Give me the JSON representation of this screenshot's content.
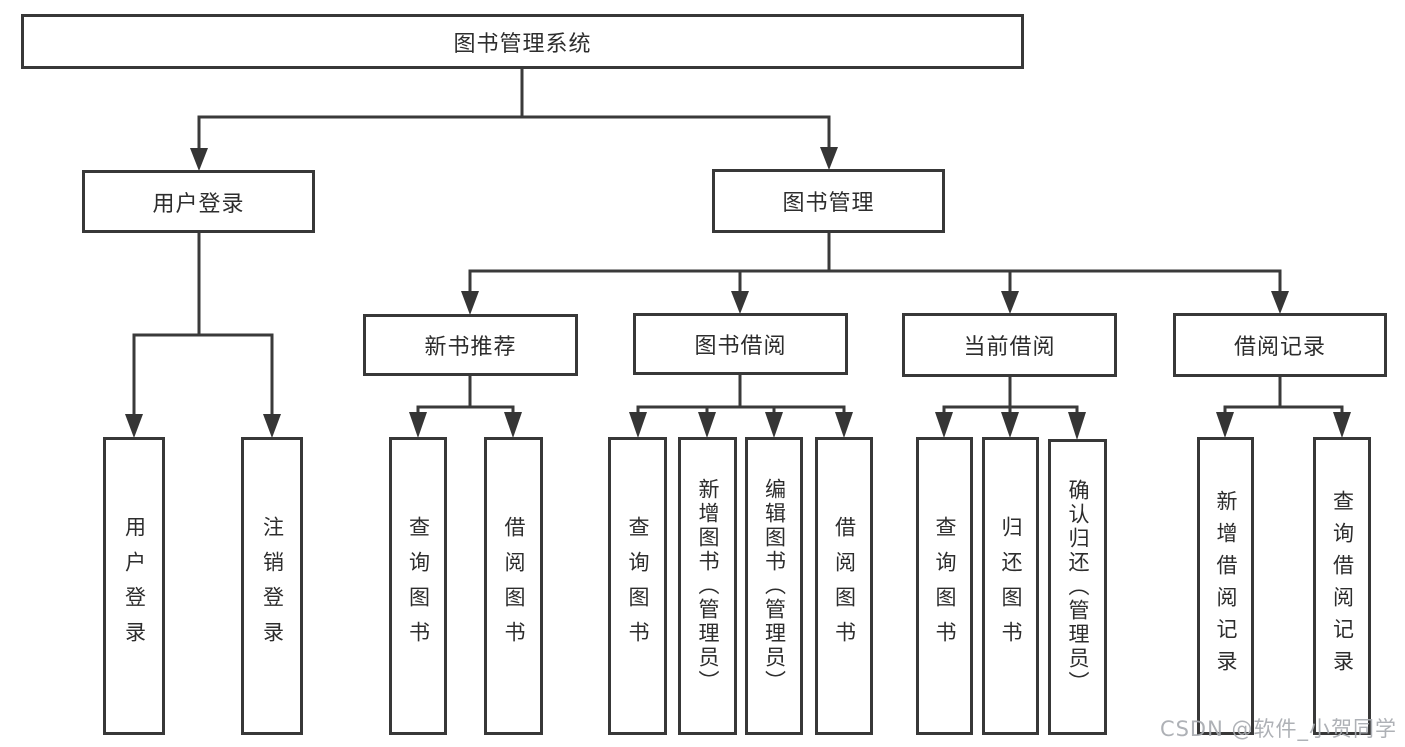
{
  "tree": {
    "root": {
      "label": "图书管理系统",
      "children": [
        {
          "label": "用户登录",
          "children": [
            {
              "label": "用户登录"
            },
            {
              "label": "注销登录"
            }
          ]
        },
        {
          "label": "图书管理",
          "children": [
            {
              "label": "新书推荐",
              "children": [
                {
                  "label": "查询图书"
                },
                {
                  "label": "借阅图书"
                }
              ]
            },
            {
              "label": "图书借阅",
              "children": [
                {
                  "label": "查询图书"
                },
                {
                  "label": "新增图书（管理员）"
                },
                {
                  "label": "编辑图书（管理员）"
                },
                {
                  "label": "借阅图书"
                }
              ]
            },
            {
              "label": "当前借阅",
              "children": [
                {
                  "label": "查询图书"
                },
                {
                  "label": "归还图书"
                },
                {
                  "label": "确认归还（管理员）"
                }
              ]
            },
            {
              "label": "借阅记录",
              "children": [
                {
                  "label": "新增借阅记录"
                },
                {
                  "label": "查询借阅记录"
                }
              ]
            }
          ]
        }
      ]
    }
  },
  "watermark": "CSDN @软件_小贺同学",
  "colors": {
    "background": "#ffffff",
    "box_border": "#383838",
    "connector_line": "#3a3a3a",
    "arrowhead": "#353535",
    "text": "#2d2d2d",
    "watermark_text": "#a8abb0"
  }
}
